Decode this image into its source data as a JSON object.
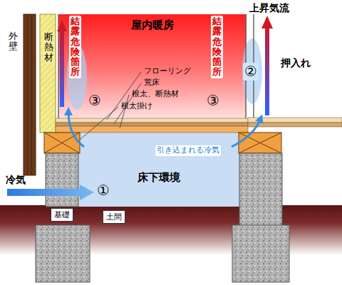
{
  "diagram": {
    "nodes": [
      {
        "text": [
          "屋内暖房"
        ]
      },
      {
        "text": [
          "床下環境"
        ]
      },
      {
        "text": [
          "基礎"
        ]
      },
      {
        "text": [
          "土間"
        ]
      }
    ],
    "labels": [
      "上昇気流",
      "外壁",
      "断熱材",
      "結露危険箇所",
      "結露危険箇所",
      "押入れ",
      "フローリング",
      "荒床",
      "根太、断熱材",
      "根太掛け",
      "③",
      "③",
      "②",
      "引き込まれる冷気",
      "冷気",
      "①"
    ]
  }
}
